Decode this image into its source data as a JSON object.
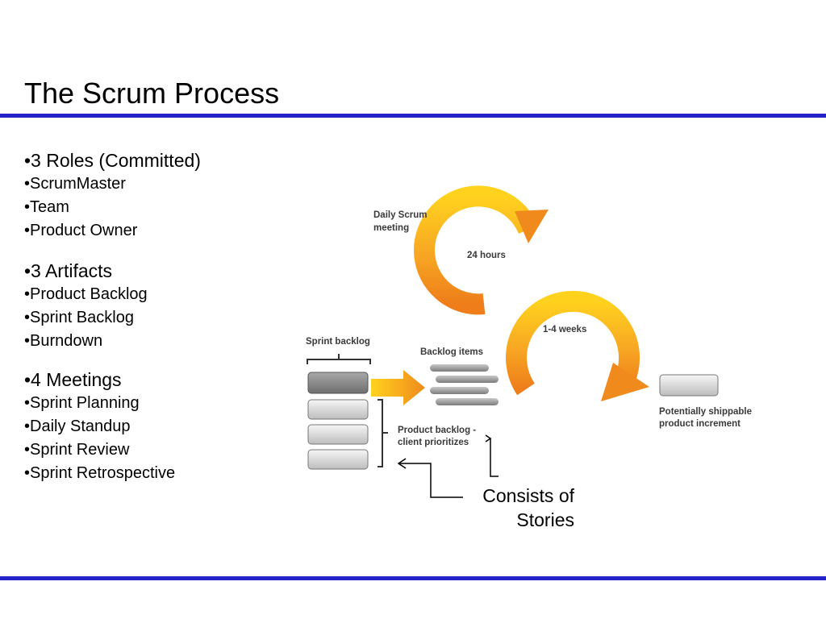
{
  "slide": {
    "title": "The Scrum Process"
  },
  "bullets": {
    "roles_heading": "•3 Roles (Committed)",
    "roles": [
      "•ScrumMaster",
      "•Team",
      "•Product Owner"
    ],
    "artifacts_heading": "•3 Artifacts",
    "artifacts": [
      "•Product Backlog",
      "•Sprint Backlog",
      "•Burndown"
    ],
    "meetings_heading": "•4 Meetings",
    "meetings": [
      "•Sprint Planning",
      "•Daily Standup",
      "•Sprint Review",
      "•Sprint Retrospective"
    ]
  },
  "diagram": {
    "daily_scrum_line1": "Daily Scrum",
    "daily_scrum_line2": "meeting",
    "hours": "24 hours",
    "weeks": "1-4 weeks",
    "sprint_backlog": "Sprint backlog",
    "backlog_items": "Backlog items",
    "product_backlog_line1": "Product backlog -",
    "product_backlog_line2": "client prioritizes",
    "shippable_line1": "Potentially shippable",
    "shippable_line2": "product increment"
  },
  "annotation": {
    "consists_line1": "Consists of",
    "consists_line2": "Stories"
  },
  "colors": {
    "rule": "#2323c8",
    "arrow_orange": "#f08a1c",
    "arrow_yellow": "#ffd21e"
  }
}
